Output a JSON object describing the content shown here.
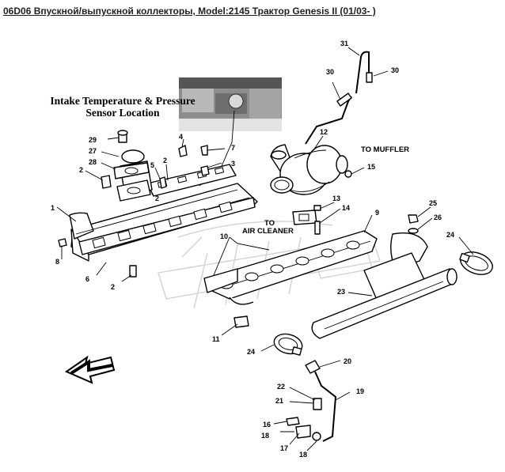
{
  "title": "06D06 Впускной/выпускной коллекторы, Model:2145 Трактор Genesis II (01/03- )",
  "caption": {
    "line1": "Intake Temperature & Pressure",
    "line2": "Sensor Location"
  },
  "annotations": {
    "to_muffler": "TO MUFFLER",
    "to": "TO",
    "air_cleaner": "AIR CLEANER"
  },
  "callouts": [
    "1",
    "2",
    "2",
    "2",
    "2",
    "3",
    "4",
    "5",
    "6",
    "7",
    "8",
    "9",
    "10",
    "11",
    "12",
    "13",
    "14",
    "15",
    "16",
    "17",
    "18",
    "18",
    "19",
    "20",
    "21",
    "22",
    "23",
    "24",
    "24",
    "25",
    "26",
    "27",
    "28",
    "29",
    "30",
    "30",
    "31"
  ],
  "colors": {
    "ink": "#000000",
    "watermark": "#cfcfcf",
    "background": "#ffffff"
  }
}
